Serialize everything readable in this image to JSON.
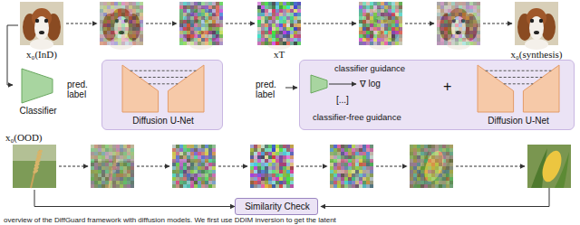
{
  "diagram": {
    "caption": "overview of the DiffGuard framework with diffusion models. We first use DDIM inversion to get the latent",
    "nodes": [
      {
        "text": [
          "x₀(InD)"
        ]
      },
      {
        "text": [
          "xT"
        ]
      },
      {
        "text": [
          "x₀(synthesis)"
        ]
      },
      {
        "text": [
          "Classifier"
        ]
      },
      {
        "text": [
          "Diffusion U-Net"
        ]
      },
      {
        "text": [
          "classifier guidance",
          "∇ log",
          "[...]",
          "classifier-free guidance",
          "+",
          "Diffusion U-Net"
        ]
      },
      {
        "text": [
          "x₀(OOD)"
        ]
      },
      {
        "text": [
          "Similarity Check"
        ]
      }
    ],
    "edges": [
      {
        "from": 0,
        "to": 3,
        "arrow": "to"
      },
      {
        "from": 6,
        "to": 7,
        "arrow": "to"
      }
    ],
    "labels": [
      "pred. label",
      "pred. label"
    ]
  }
}
